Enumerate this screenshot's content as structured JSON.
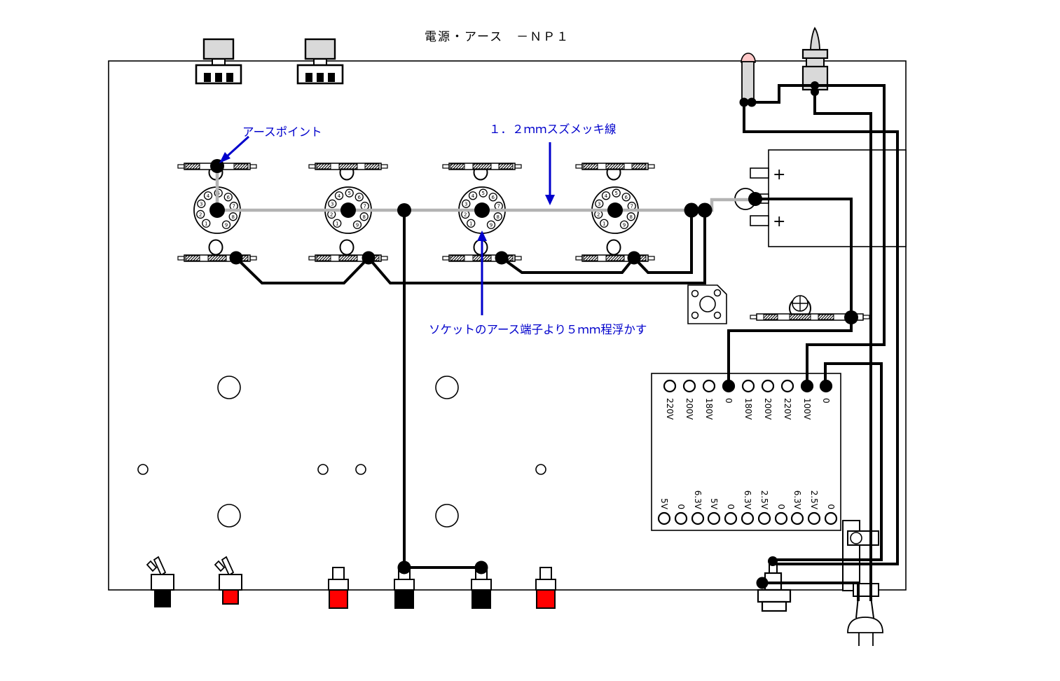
{
  "title": "電源・アース　－ＮＰ１",
  "annotations": {
    "earth_point_label": "アースポイント",
    "wire_label": "１．２ｍｍスズメッキ線",
    "float_label": "ソケットのアース端子より５ｍｍ程浮かす"
  },
  "capacitor": {
    "plus_top": "+",
    "plus_bottom": "+"
  },
  "transformer": {
    "primary_terminals": [
      {
        "label": "220V",
        "connected": false
      },
      {
        "label": "200V",
        "connected": false
      },
      {
        "label": "180V",
        "connected": false
      },
      {
        "label": "0",
        "connected": true
      },
      {
        "label": "180V",
        "connected": false
      },
      {
        "label": "200V",
        "connected": false
      },
      {
        "label": "220V",
        "connected": false
      },
      {
        "label": "100V",
        "connected": true
      },
      {
        "label": "0",
        "connected": true
      }
    ],
    "secondary_terminals": [
      {
        "label": "5V"
      },
      {
        "label": "0"
      },
      {
        "label": "6.3V"
      },
      {
        "label": "5V"
      },
      {
        "label": "0"
      },
      {
        "label": "6.3V"
      },
      {
        "label": "2.5V"
      },
      {
        "label": "0"
      },
      {
        "label": "6.3V"
      },
      {
        "label": "2.5V"
      },
      {
        "label": "0"
      }
    ]
  },
  "sockets": {
    "count": 4,
    "pin_numbers": [
      "1",
      "2",
      "3",
      "4",
      "5",
      "6",
      "7",
      "8",
      "9"
    ]
  },
  "colors": {
    "wire_black": "#000000",
    "bus_gray": "#b3b3b3",
    "annotation_blue": "#0000cc",
    "jack_red": "#ff0000",
    "lamp_pink": "#ffc8c8",
    "component_gray": "#d9d9d9"
  }
}
